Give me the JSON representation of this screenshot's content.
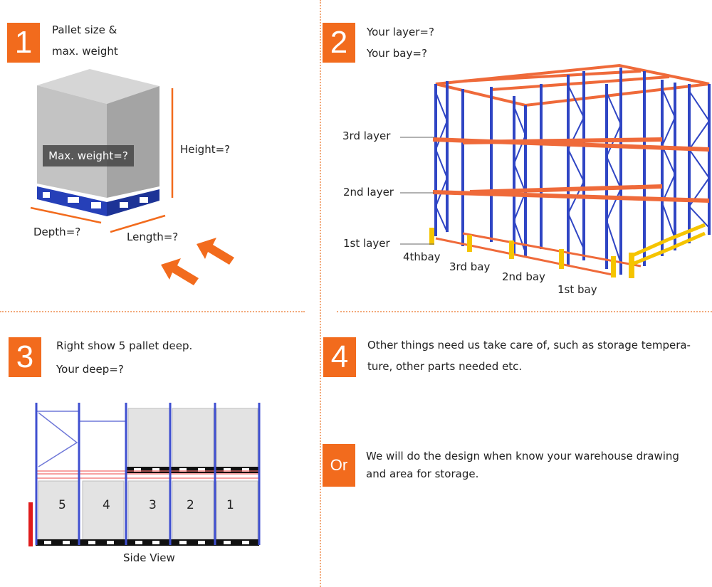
{
  "colors": {
    "accent": "#f26b1d",
    "rack_blue": "#2f45c4",
    "beam_orange": "#ef6a3a",
    "guard_yellow": "#f5c400"
  },
  "q1": {
    "number": "1",
    "line1": "Pallet size &",
    "line2": "max. weight",
    "weight_label": "Max. weight=?",
    "height_label": "Height=?",
    "depth_label": "Depth=?",
    "length_label": "Length=?"
  },
  "q2": {
    "number": "2",
    "line1": "Your layer=?",
    "line2": "Your bay=?",
    "layers": [
      "3rd layer",
      "2nd layer",
      "1st layer"
    ],
    "bays": [
      "4thbay",
      "3rd bay",
      "2nd bay",
      "1st bay"
    ]
  },
  "q3": {
    "number": "3",
    "line1": "Right show 5 pallet deep.",
    "line2": "Your deep=?",
    "pallet_numbers": [
      "5",
      "4",
      "3",
      "2",
      "1"
    ],
    "caption": "Side View"
  },
  "q4": {
    "number": "4",
    "line1": "Other things need us take care of, such as storage tempera-",
    "line2": "ture, other parts needed etc."
  },
  "or": {
    "label": "Or",
    "line1": "We will do the design when know your warehouse drawing",
    "line2": "and area for  storage."
  }
}
